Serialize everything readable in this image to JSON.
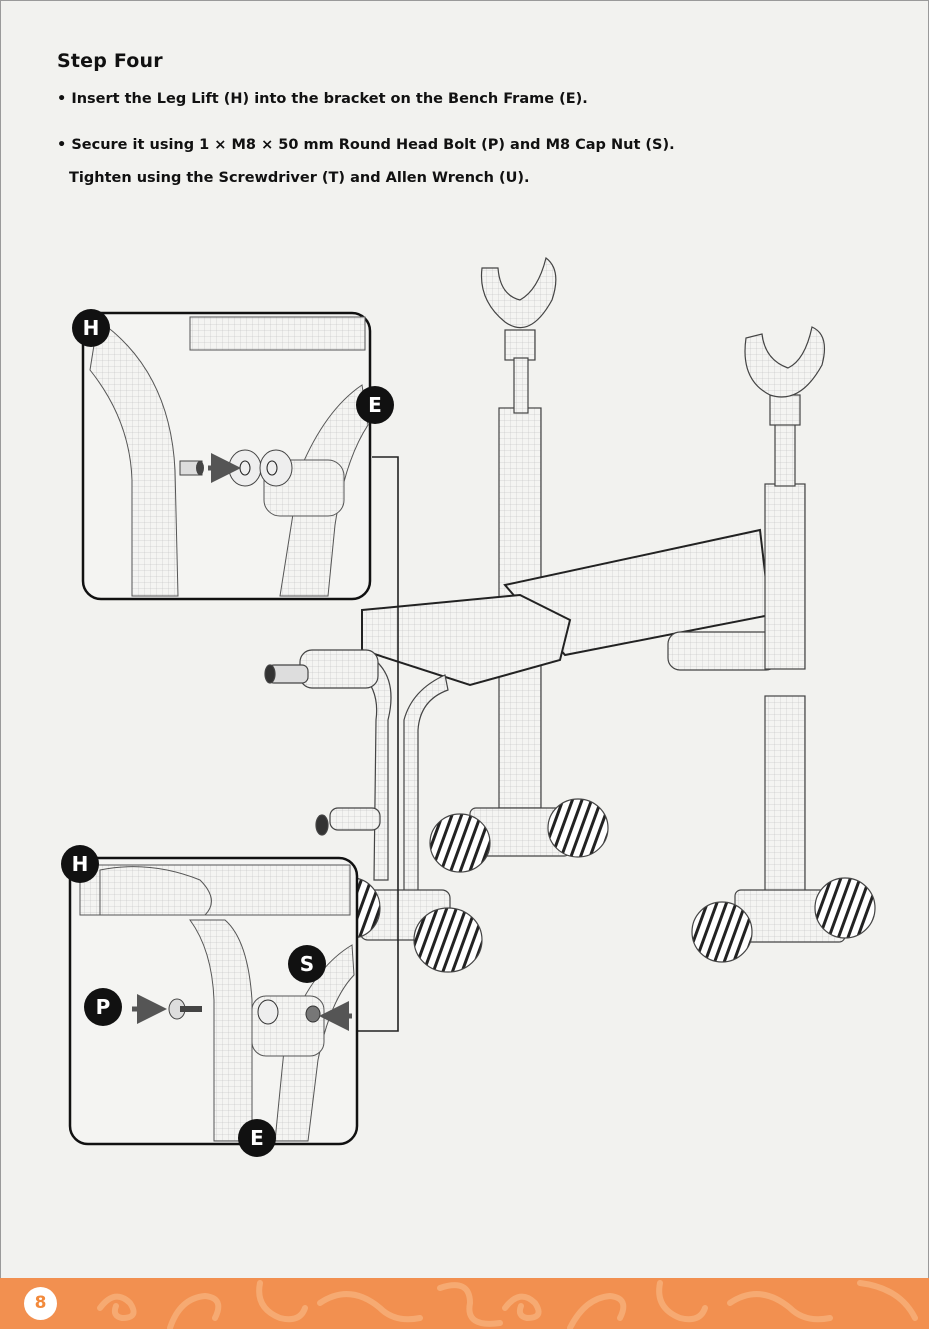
{
  "heading": "Step Four",
  "steps": [
    "• Insert the Leg Lift (H) into the bracket on the Bench Frame (E).",
    "• Secure it using 1 × M8 × 50 mm Round Head Bolt (P) and M8 Cap Nut (S).",
    "Tighten using the Screwdriver (T) and Allen Wrench (U)."
  ],
  "labels": {
    "h_top": "H",
    "e_top": "E",
    "h_bottom": "H",
    "s": "S",
    "p": "P",
    "e_bottom": "E"
  },
  "page_number": "8",
  "colors": {
    "accent": "#f29050",
    "badge": "#111111",
    "line": "#222222",
    "background": "#f2f2ef"
  }
}
